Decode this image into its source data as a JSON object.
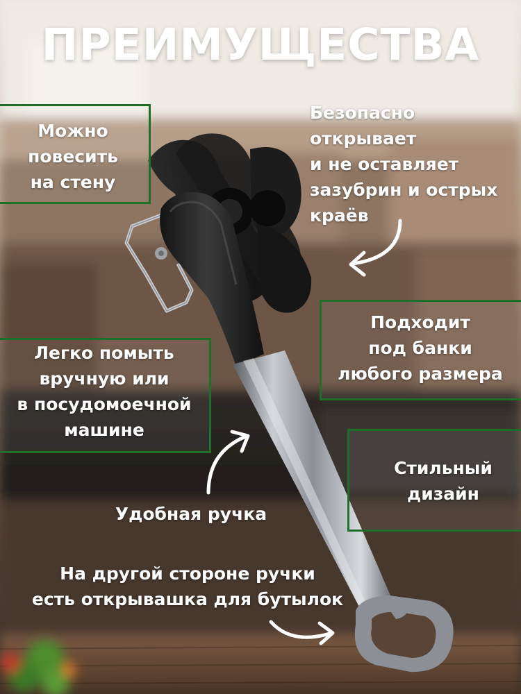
{
  "title": "ПРЕИМУЩЕСТВА",
  "features": {
    "wall_mount": "Можно\nповесить\nна стену",
    "safe_open": "Безопасно\nоткрывает\nи не оставляет\nзазубрин и острых\nкраёв",
    "any_can": "Подходит\nпод банки\nлюбого размера",
    "easy_wash": "Легко помыть\nвручную или\nв посудомоечной\nмашине",
    "stylish": "Стильный\nдизайн",
    "handle": "Удобная ручка",
    "bottle_opener": "На другой стороне ручки\nесть открывашка для бутылок"
  },
  "colors": {
    "accent_border": "#1f6f2a",
    "text": "#ffffff"
  },
  "icons": [
    "curved-arrow-icon",
    "can-opener-image",
    "broccoli-decoration"
  ]
}
